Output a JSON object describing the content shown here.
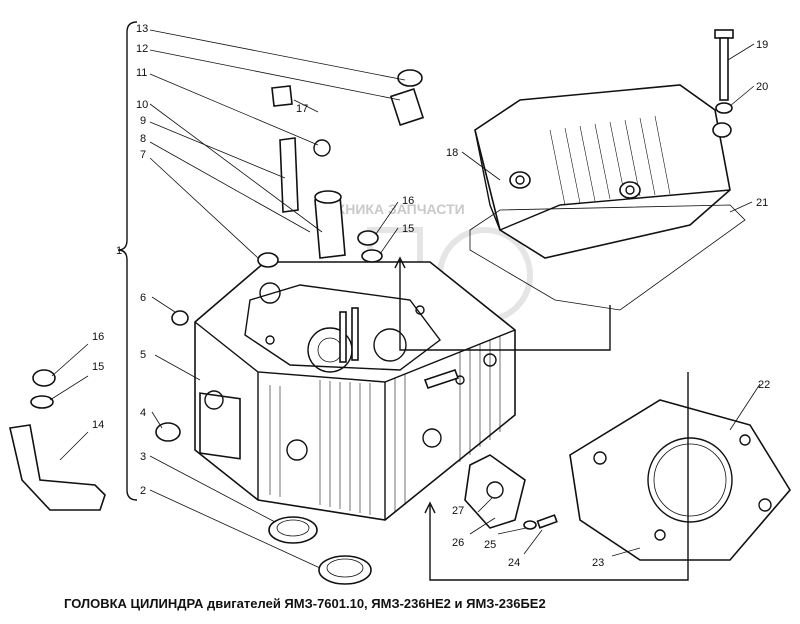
{
  "caption": "ГОЛОВКА ЦИЛИНДРА двигателей ЯМЗ-7601.10, ЯМЗ-236НЕ2 и ЯМЗ-236БЕ2",
  "watermark": "ТЕХНИКА  ЗАПЧАСТИ",
  "labels": {
    "l1": "1",
    "l2": "2",
    "l3": "3",
    "l4": "4",
    "l5": "5",
    "l6": "6",
    "l7": "7",
    "l8": "8",
    "l9": "9",
    "l10": "10",
    "l11": "11",
    "l12": "12",
    "l13": "13",
    "l14": "14",
    "l15a": "15",
    "l15b": "15",
    "l16a": "16",
    "l16b": "16",
    "l17": "17",
    "l18": "18",
    "l19": "19",
    "l20": "20",
    "l21": "21",
    "l22": "22",
    "l23": "23",
    "l24": "24",
    "l25": "25",
    "l26": "26",
    "l27": "27"
  }
}
